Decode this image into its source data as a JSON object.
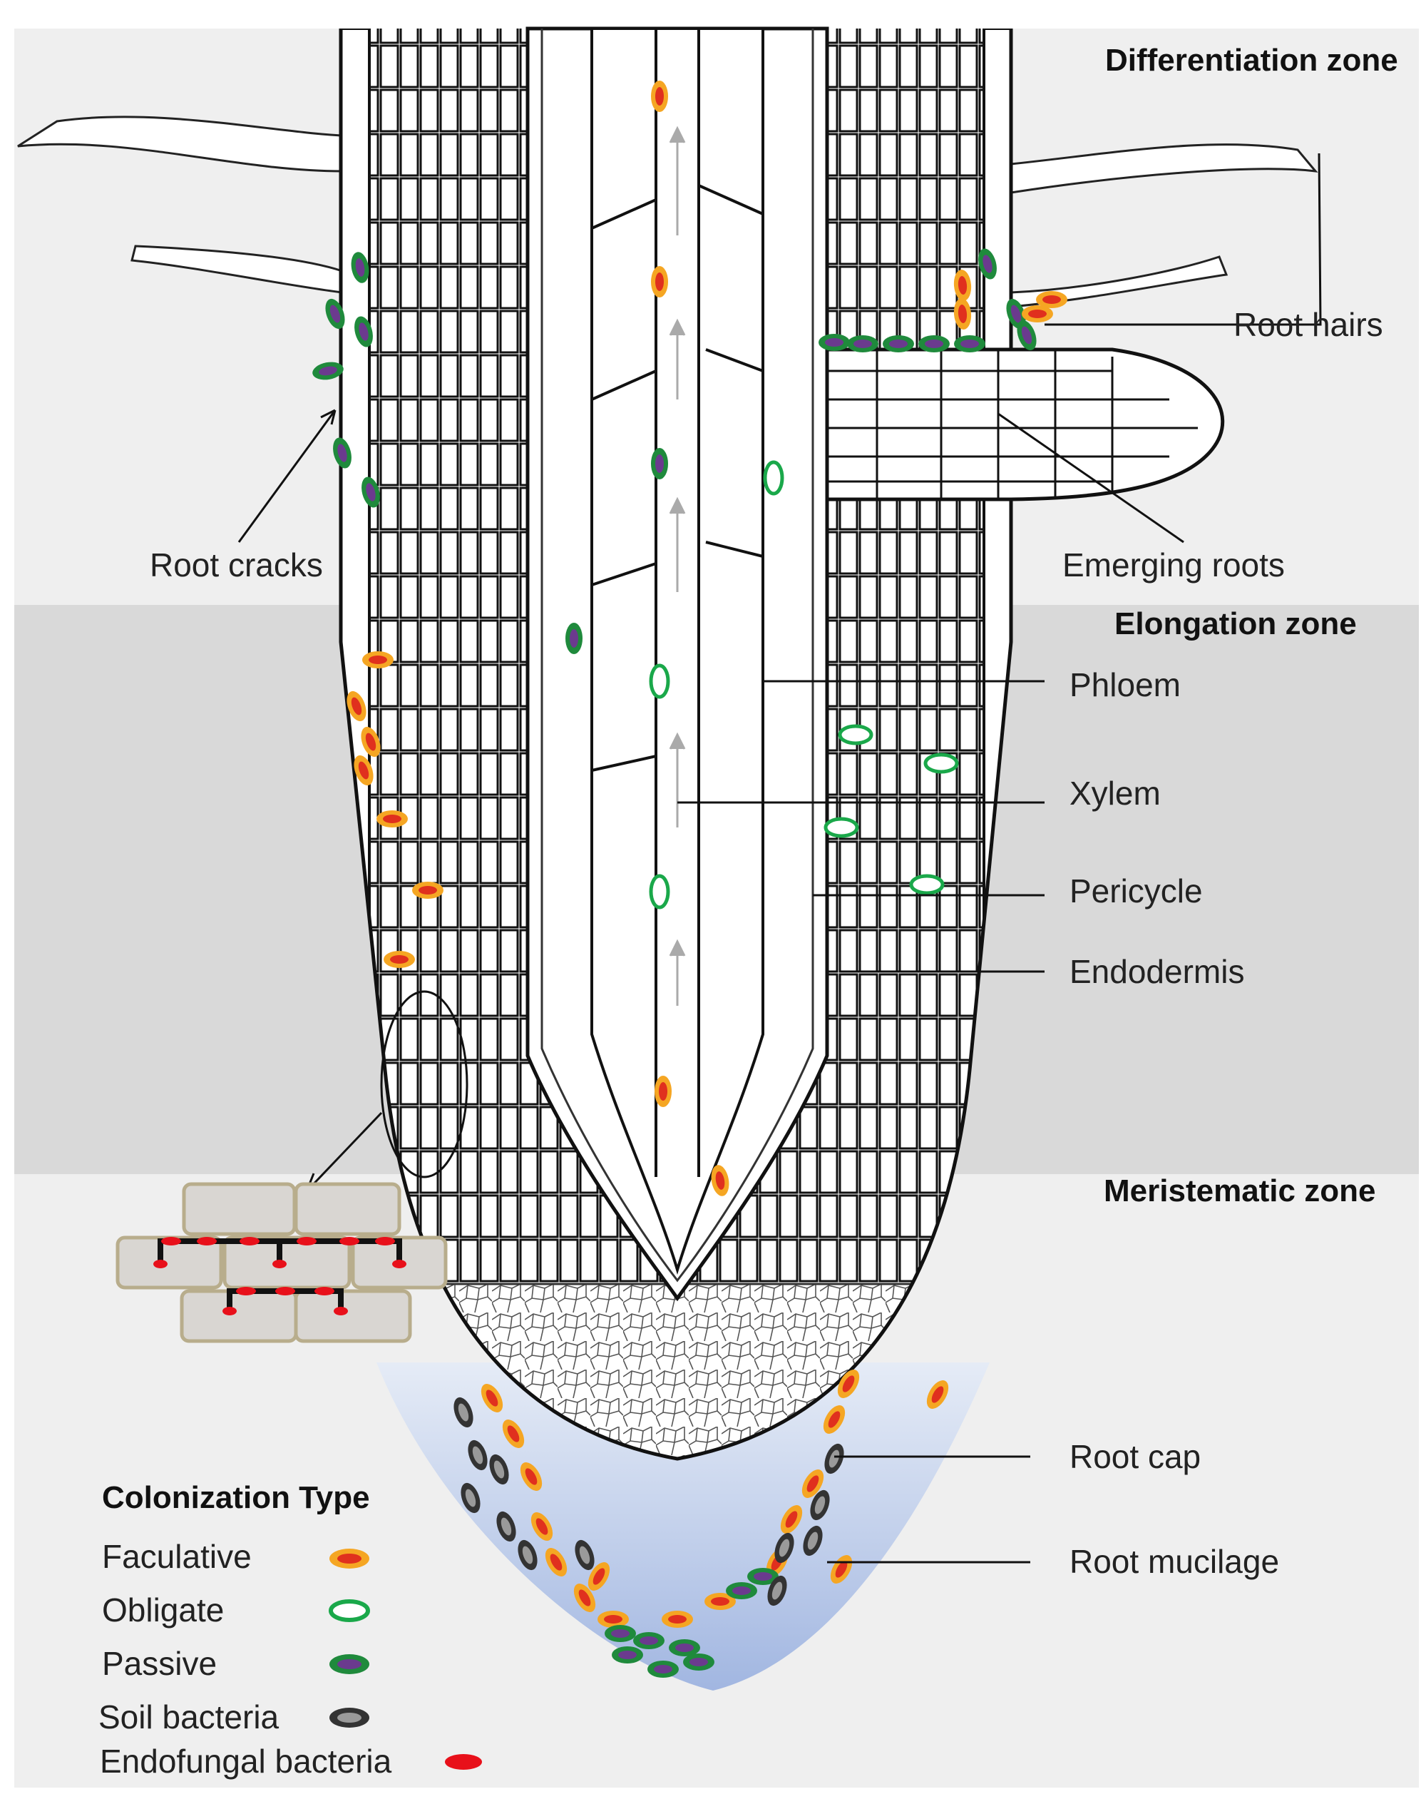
{
  "zones": {
    "differentiation": "Differentiation zone",
    "elongation": "Elongation zone",
    "meristematic": "Meristematic zone"
  },
  "labels": {
    "root_hairs": "Root hairs",
    "root_cracks": "Root cracks",
    "emerging_roots": "Emerging roots",
    "phloem": "Phloem",
    "xylem": "Xylem",
    "pericycle": "Pericycle",
    "endodermis": "Endodermis",
    "root_cap": "Root cap",
    "root_mucilage": "Root mucilage"
  },
  "legend": {
    "title": "Colonization Type",
    "items": [
      {
        "label": "Faculative",
        "icon": "faculative-bacterium-icon"
      },
      {
        "label": "Obligate",
        "icon": "obligate-bacterium-icon"
      },
      {
        "label": "Passive",
        "icon": "passive-bacterium-icon"
      },
      {
        "label": "Soil bacteria",
        "icon": "soil-bacterium-icon"
      },
      {
        "label": "Endofungal bacteria",
        "icon": "endofungal-bacterium-icon"
      }
    ]
  },
  "colors": {
    "faculative_outer": "#f5a623",
    "faculative_inner": "#e0301e",
    "obligate": "#1aa84a",
    "passive_outer": "#1f8a3c",
    "passive_inner": "#6b3a8e",
    "soil_outer": "#333333",
    "soil_inner": "#9a9a9a",
    "endofungal": "#e8101a",
    "elongation_band": "#d9d9d9",
    "background_band": "#efefef",
    "mucilage": "#b9c8e6"
  }
}
